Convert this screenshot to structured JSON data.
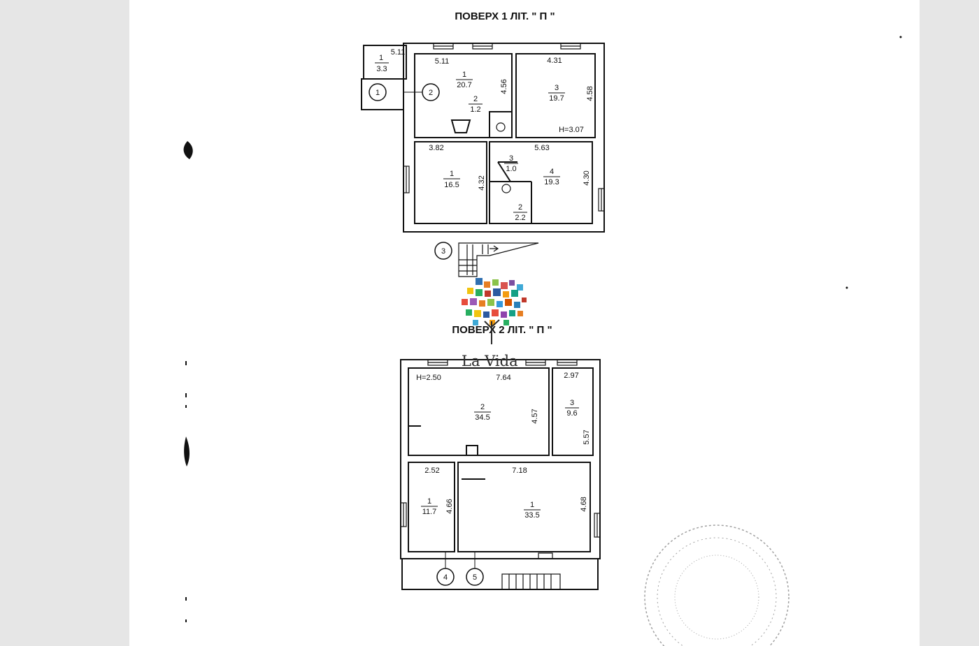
{
  "floor1": {
    "title": "ПОВЕРХ 1 ЛІТ. \" П \"",
    "rooms": [
      {
        "num": "1",
        "area": "3.3"
      },
      {
        "num": "1",
        "area": "20.7"
      },
      {
        "num": "2",
        "area": "1.2"
      },
      {
        "num": "3",
        "area": "19.7"
      },
      {
        "num": "1",
        "area": "16.5"
      },
      {
        "num": "3",
        "area": "1.0"
      },
      {
        "num": "4",
        "area": "19.3"
      },
      {
        "num": "2",
        "area": "2.2"
      }
    ],
    "dims": [
      "5.11",
      "5.11",
      "4.56",
      "4.31",
      "4.58",
      "H=3.07",
      "3.82",
      "4.32",
      "5.63",
      "4.30"
    ],
    "markers": [
      "1",
      "2",
      "3"
    ]
  },
  "floor2": {
    "title": "ПОВЕРХ 2 ЛІТ. \" П \"",
    "rooms": [
      {
        "num": "2",
        "area": "34.5"
      },
      {
        "num": "3",
        "area": "9.6"
      },
      {
        "num": "1",
        "area": "11.7"
      },
      {
        "num": "1",
        "area": "33.5"
      }
    ],
    "dims": [
      "H=2.50",
      "7.64",
      "4.57",
      "2.97",
      "5.57",
      "2.52",
      "4.66",
      "7.18",
      "4.68"
    ],
    "markers": [
      "4",
      "5"
    ]
  },
  "watermark": {
    "brand": "La Vida"
  },
  "colors": {
    "line": "#111111",
    "background": "#e6e6e6",
    "sheet": "#ffffff"
  }
}
